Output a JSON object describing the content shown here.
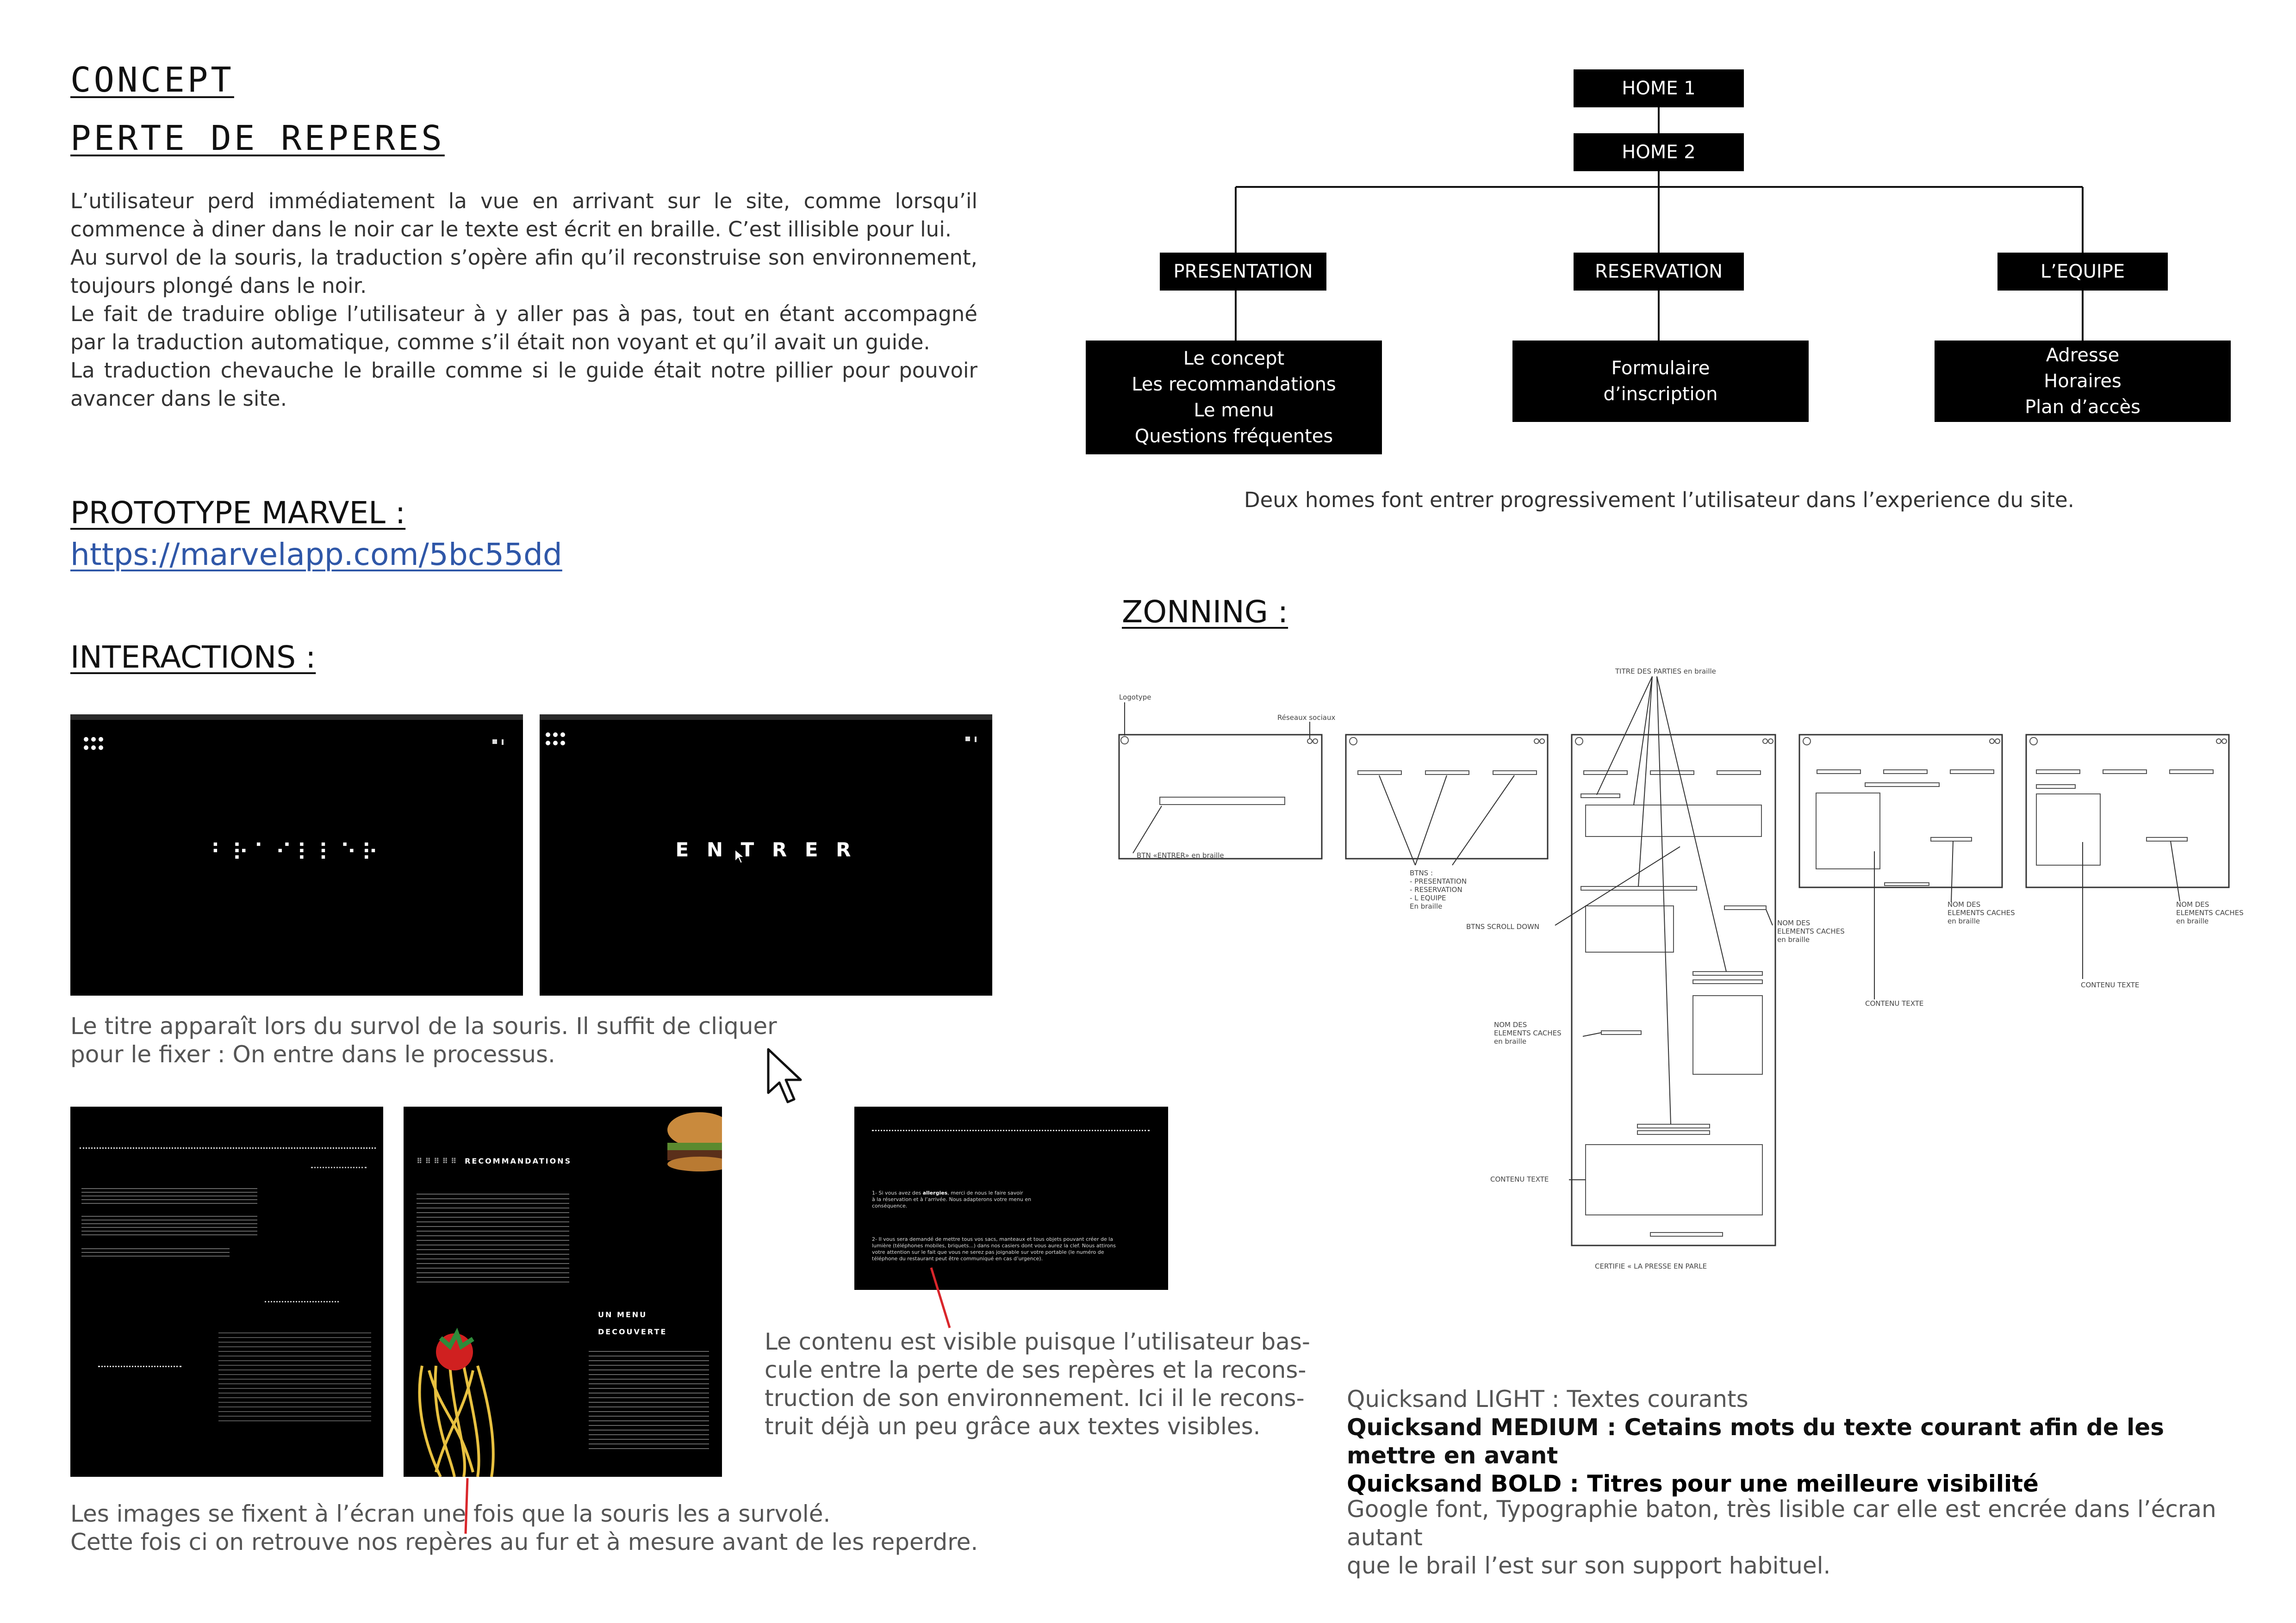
{
  "concept": {
    "title": "CONCEPT",
    "subtitle": "PERTE DE REPERES",
    "paragraphs": [
      "L’utilisateur perd immédiatement la vue en arrivant sur le site, comme lorsqu’il commence à diner dans le noir car le texte est écrit en braille. C’est illisible pour lui.",
      "Au survol de la souris, la traduction s’opère afin qu’il reconstruise son environnement, toujours plongé dans le noir.",
      "Le fait de traduire oblige l’utilisateur à y aller pas à pas, tout en étant accompagné par la traduction automatique, comme s’il était non voyant et qu’il avait un guide.",
      "La traduction chevauche le braille comme si le guide était notre pillier pour pouvoir avancer dans le site."
    ]
  },
  "prototype": {
    "title": "PROTOTYPE MARVEL :",
    "url": "https://marvelapp.com/5bc55dd"
  },
  "interactions": {
    "title": "INTERACTIONS :",
    "screen1": {
      "braille": "⠃⠗⠁⠊⠇⠇⠑⠗"
    },
    "screen2": {
      "letters": "E N T R E R"
    },
    "caption1": [
      "Le titre apparaît lors du survol de la souris. Il suffit de cliquer",
      "pour le fixer : On entre dans le processus."
    ],
    "shot_rec": {
      "heading": "RECOMMANDATIONS",
      "menu_heading_1": "UN MENU",
      "menu_heading_2": "DECOUVERTE"
    },
    "shot_allergy": {
      "item1_prefix": "1- Si vous avez des ",
      "item1_bold": "allergies",
      "item1_suffix": ", merci de nous le faire savoir",
      "item1_line2": "à la réservation et à l’arrivée. Nous adapterons votre menu en",
      "item1_line3": "conséquence.",
      "item2_line1": "2- Il vous sera demandé de mettre tous vos sacs, manteaux et tous objets pouvant créer de la",
      "item2_line2": "lumière (téléphones mobiles, briquets...) dans nos casiers dont vous aurez la clef. Nous attirons",
      "item2_line3": "votre attention sur le fait que vous ne serez pas joignable sur votre portable (le numéro de",
      "item2_line4": "téléphone du restaurant peut être communiqué en cas      d’urgence)."
    },
    "caption2": [
      "Le contenu est visible puisque l’utilisateur bas-",
      "cule entre la perte de ses repères et la recons-",
      "truction de son environnement. Ici il le recons-",
      "truit déjà un peu grâce aux textes visibles."
    ],
    "caption3": [
      "Les images se fixent à l’écran une fois que la souris les a survolé.",
      "Cette fois ci on retrouve nos repères au fur et à mesure avant de les reperdre."
    ]
  },
  "sitemap": {
    "home1": "HOME 1",
    "home2": "HOME 2",
    "sections": [
      {
        "label": "PRESENTATION",
        "content": "Le concept\nLes recommandations\nLe menu\nQuestions fréquentes"
      },
      {
        "label": "RESERVATION",
        "content": "Formulaire\nd’inscription"
      },
      {
        "label": "L’EQUIPE",
        "content": "Adresse\nHoraires\nPlan d’accès"
      }
    ],
    "caption": "Deux homes font entrer progressivement l’utilisateur dans l’experience du site."
  },
  "zonning": {
    "title": "ZONNING :",
    "labels": {
      "logotype": "Logotype",
      "reseaux": "Réseaux sociaux",
      "btn_entrer": "BTN «ENTRER» en braille",
      "titre_parties": "TITRE DES PARTIES en braille",
      "btns": "BTNS :",
      "btns_1": "- PRESENTATION",
      "btns_2": "- RESERVATION",
      "btns_3": "- L EQUIPE",
      "btns_4": "En braille",
      "btns_scroll": "BTNS SCROLL DOWN",
      "nom_a_1": "NOM DES",
      "nom_a_2": "ELEMENTS CACHES",
      "nom_a_3": "en braille",
      "nom_b_1": "NOM DES",
      "nom_b_2": "ELEMENTS CACHES",
      "nom_b_3": "en braille",
      "nom_c_1": "NOM DES",
      "nom_c_2": "ELEMENTS CACHES",
      "nom_c_3": "en braille",
      "nom_d_1": "NOM DES",
      "nom_d_2": "ELEMENTS CACHES",
      "nom_d_3": "en braille",
      "contenu_1": "CONTENU TEXTE",
      "contenu_2": "CONTENU TEXTE",
      "contenu_3": "CONTENU TEXTE",
      "certifie": "CERTIFIE « LA PRESSE EN PARLE"
    }
  },
  "fonts": {
    "light": "Quicksand LIGHT : Textes courants",
    "medium": "Quicksand MEDIUM : Cetains mots du texte courant afin de les mettre en avant",
    "bold": "Quicksand BOLD : Titres pour une meilleure visibilité",
    "note": [
      "Google font, Typographie baton, très lisible car elle est encrée dans l’écran autant",
      "que le brail l’est sur son support habituel."
    ]
  },
  "colors": {
    "annotation_line": "#d9262b",
    "link": "#2f57a8"
  }
}
